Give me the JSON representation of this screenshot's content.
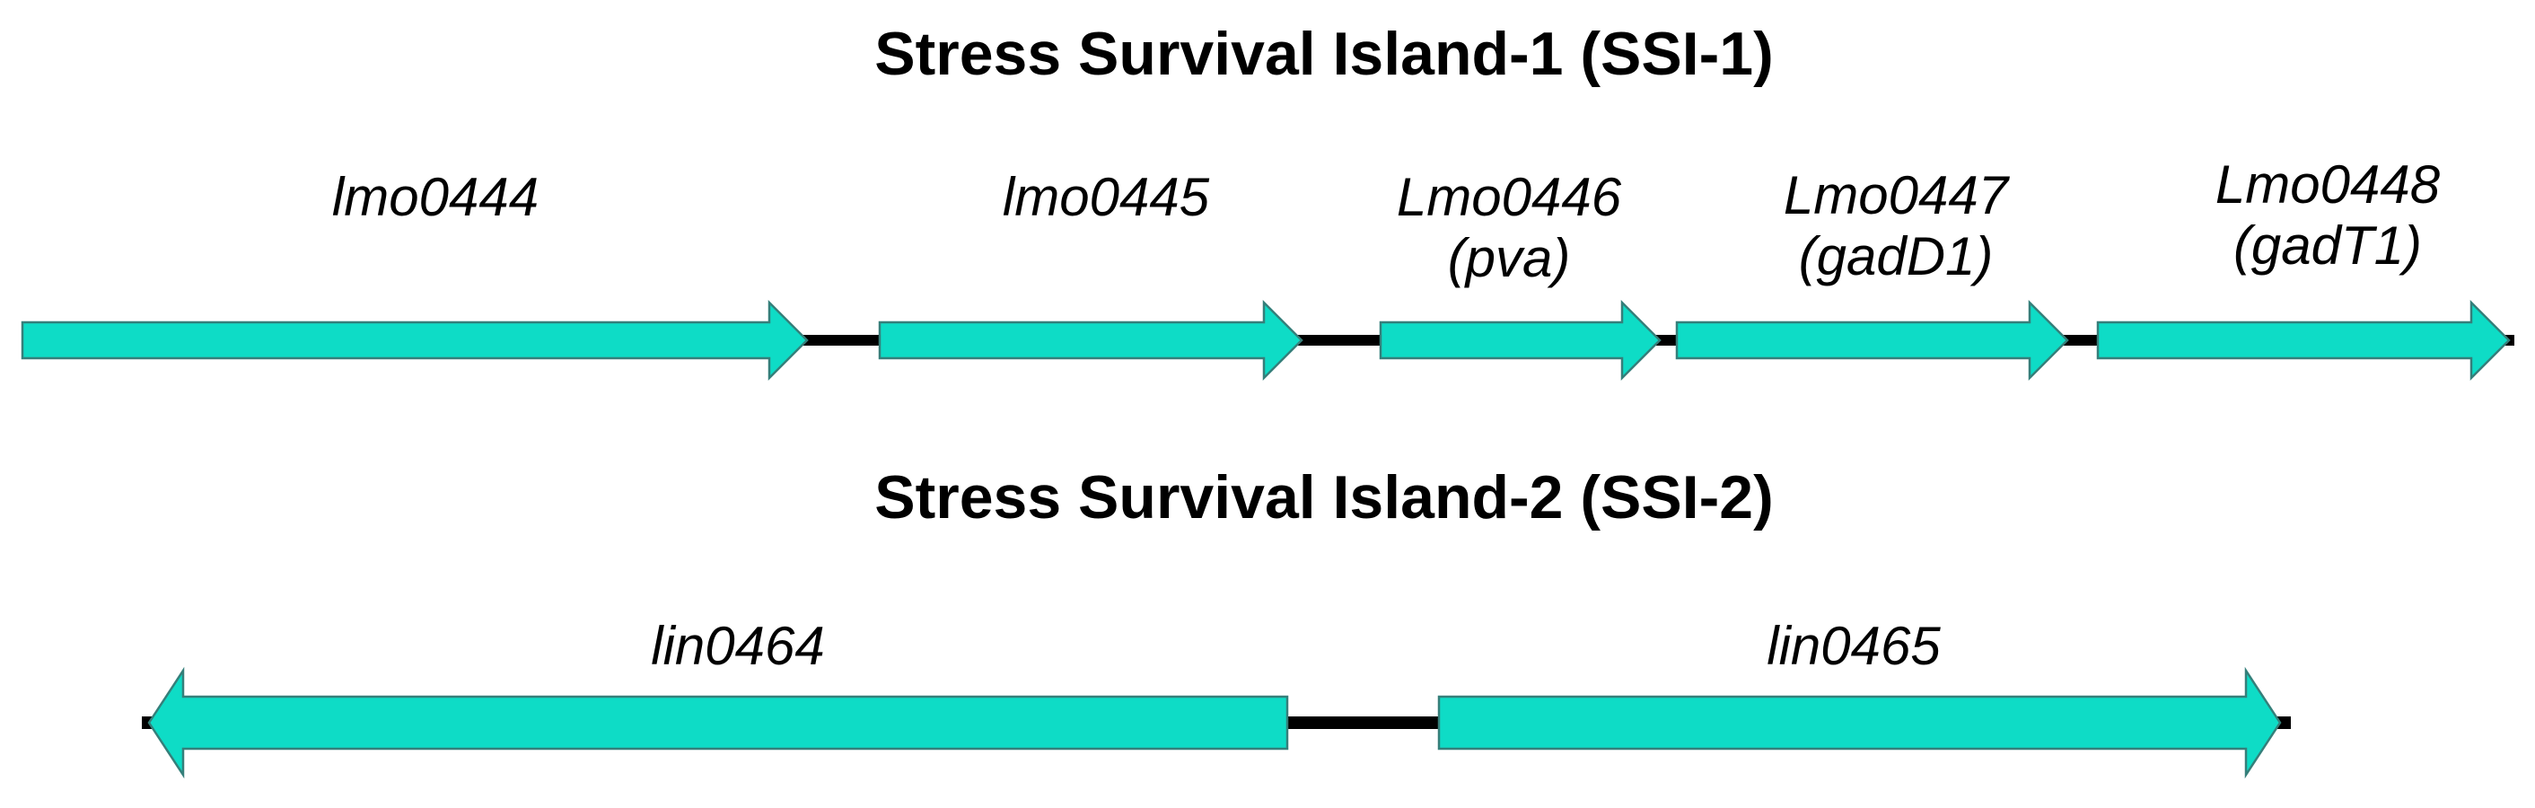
{
  "figure": {
    "background": "#ffffff",
    "colors": {
      "gene_fill": "#0edcc6",
      "gene_outline": "#357f7a",
      "connector": "#000000",
      "text": "#000000"
    },
    "islands": [
      {
        "id": "SSI-1",
        "title": "Stress Survival Island-1 (SSI-1)",
        "genes": [
          {
            "name": "lmo0444",
            "alias": "",
            "direction": "right"
          },
          {
            "name": "lmo0445",
            "alias": "",
            "direction": "right"
          },
          {
            "name": "Lmo0446",
            "alias": "(pva)",
            "direction": "right"
          },
          {
            "name": "Lmo0447",
            "alias": "(gadD1)",
            "direction": "right"
          },
          {
            "name": "Lmo0448",
            "alias": "(gadT1)",
            "direction": "right"
          }
        ]
      },
      {
        "id": "SSI-2",
        "title": "Stress Survival Island-2 (SSI-2)",
        "genes": [
          {
            "name": "lin0464",
            "alias": "",
            "direction": "left"
          },
          {
            "name": "lin0465",
            "alias": "",
            "direction": "right"
          }
        ]
      }
    ]
  }
}
